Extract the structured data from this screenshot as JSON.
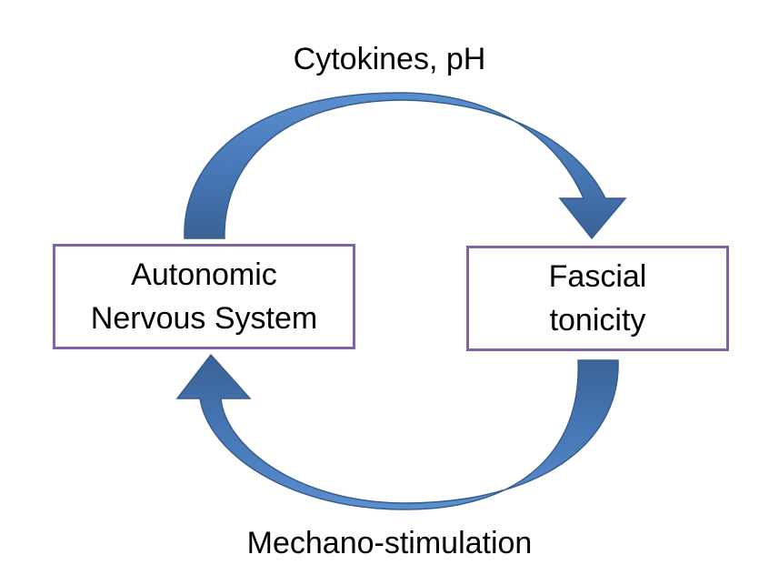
{
  "diagram": {
    "top_label": "Cytokines, pH",
    "bottom_label": "Mechano-stimulation",
    "nodes": {
      "left": {
        "line1": "Autonomic",
        "line2": "Nervous System"
      },
      "right": {
        "line1": "Fascial",
        "line2": "tonicity"
      }
    },
    "edges": [
      {
        "from": "left",
        "to": "right",
        "label": "Cytokines, pH"
      },
      {
        "from": "right",
        "to": "left",
        "label": "Mechano-stimulation"
      }
    ],
    "colors": {
      "arrow_fill": "#4f81bd",
      "arrow_fill_dark": "#3a6294",
      "arrow_stroke": "#385d8a",
      "box_border": "#8064a2",
      "text": "#000000",
      "background": "#ffffff"
    }
  }
}
